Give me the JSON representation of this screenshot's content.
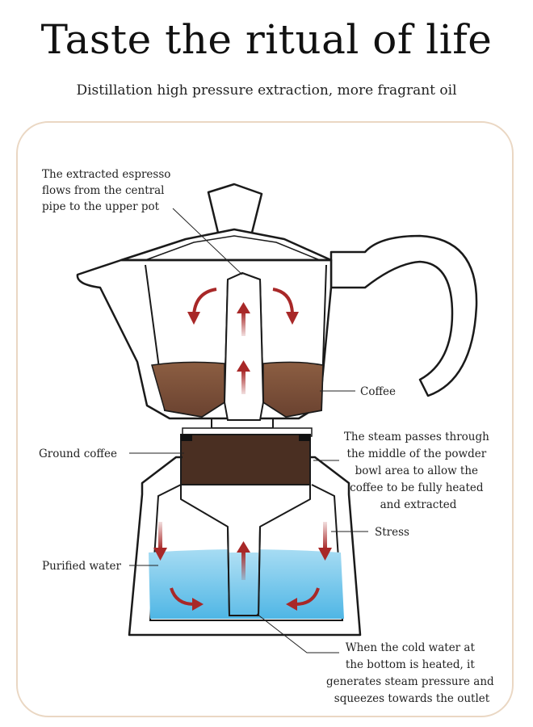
{
  "header": {
    "title": "Taste the ritual of life",
    "subtitle": "Distillation high pressure extraction, more fragrant oil"
  },
  "labels": {
    "espresso_flow": [
      "The extracted espresso",
      "flows from the central",
      "pipe to the upper pot"
    ],
    "coffee": "Coffee",
    "ground_coffee": "Ground coffee",
    "steam_passes": [
      "The steam passes through",
      "the middle of the powder",
      "bowl area to allow the",
      "coffee to be fully heated",
      "and extracted"
    ],
    "stress": "Stress",
    "purified_water": "Purified water",
    "cold_water": [
      "When the cold water at",
      "the bottom is heated, it",
      "generates steam pressure and",
      "squeezes towards the outlet"
    ]
  },
  "colors": {
    "coffee_liquid": "#7a4e35",
    "ground_coffee": "#4a2f22",
    "water": "#5cbde8",
    "arrow": "#a82828",
    "card_border": "#ead7c3",
    "outline": "#1a1a1a"
  }
}
